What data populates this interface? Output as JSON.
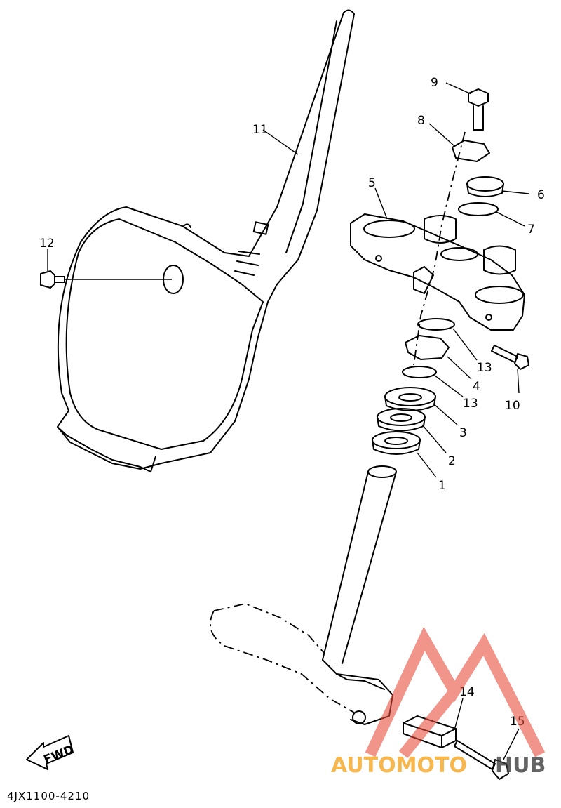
{
  "diagram": {
    "part_code": "4JX1100-4210",
    "fwd_label": "FWD",
    "callouts": [
      "1",
      "2",
      "3",
      "4",
      "5",
      "6",
      "7",
      "8",
      "9",
      "10",
      "11",
      "12",
      "13",
      "13",
      "14",
      "15"
    ]
  },
  "watermark": {
    "brand_a": "AUTOMOTO",
    "brand_b": "HUB",
    "color_a": "#f5a623",
    "color_b": "#3d3d3d",
    "logo_color": "#e84c3d"
  }
}
